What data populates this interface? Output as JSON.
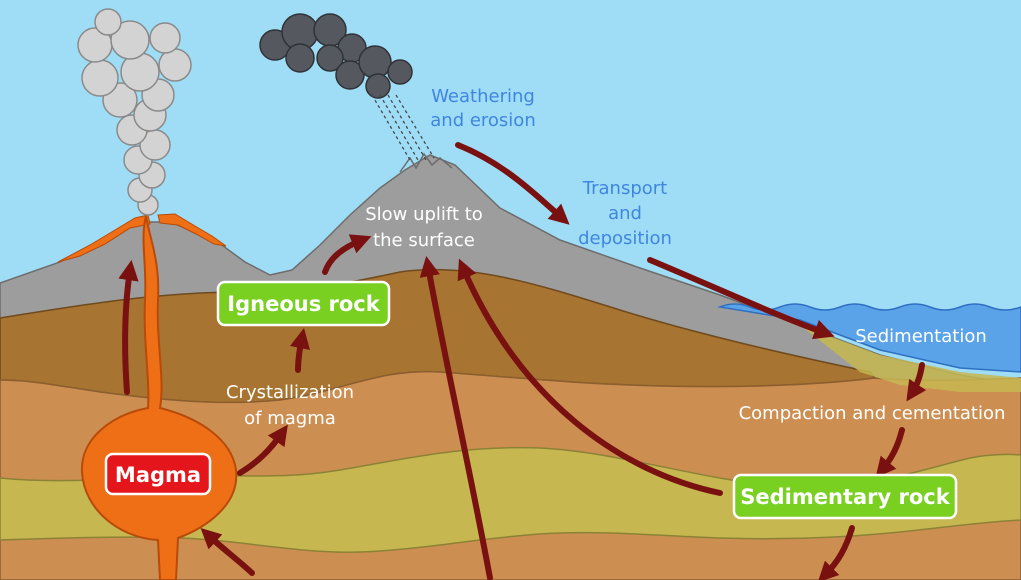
{
  "labels": {
    "weathering_line1": "Weathering",
    "weathering_line2": "and erosion",
    "transport_line1": "Transport",
    "transport_line2": "and",
    "transport_line3": "deposition",
    "uplift_line1": "Slow uplift to",
    "uplift_line2": "the surface",
    "sedimentation": "Sedimentation",
    "compaction": "Compaction and cementation",
    "crystallization_line1": "Crystallization",
    "crystallization_line2": "of magma"
  },
  "boxes": {
    "igneous": "Igneous rock",
    "sedimentary": "Sedimentary rock",
    "magma": "Magma"
  },
  "colors": {
    "sky": "#9fdcf6",
    "mountain": "#9d9d9d",
    "layer_dark_brown": "#a87431",
    "layer_orange_brown": "#cd8e52",
    "layer_olive": "#c6b751",
    "water": "#5aa3e8",
    "lava": "#ef6f16",
    "arrow": "#7a1111",
    "igneous_box": "#79d021",
    "sedimentary_box": "#79d021",
    "magma_box": "#e4161c"
  },
  "icons": [
    "smoke-plume-icon",
    "rain-cloud-icon",
    "volcano-icon"
  ]
}
